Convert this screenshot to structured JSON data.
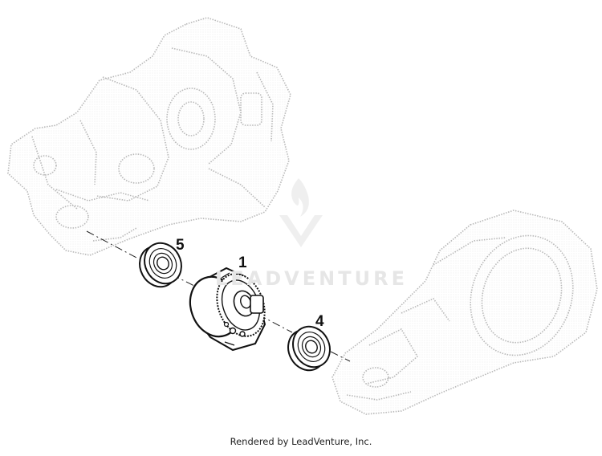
{
  "diagram": {
    "callouts": [
      {
        "id": "part-1",
        "label": "1"
      },
      {
        "id": "part-4",
        "label": "4"
      },
      {
        "id": "part-5",
        "label": "5"
      }
    ],
    "watermark_text": "LEADVENTURE",
    "footer": "Rendered by LeadVenture, Inc."
  },
  "colors": {
    "ink": "#111111",
    "ghost_lines": "#b5b5b5",
    "watermark": "#e6e6e6"
  }
}
